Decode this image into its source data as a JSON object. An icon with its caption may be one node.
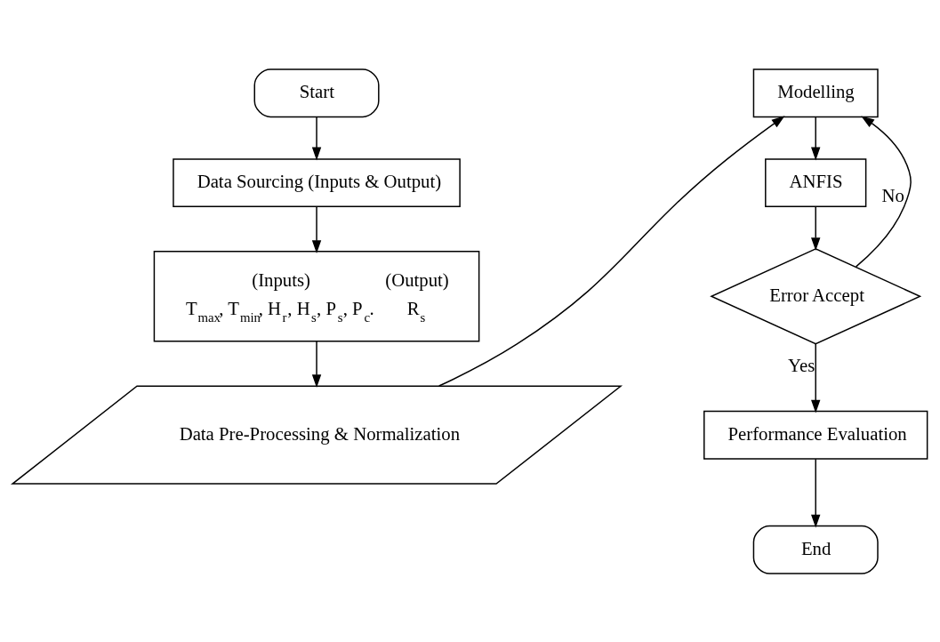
{
  "diagram": {
    "nodes": [
      {
        "text": [
          "Start"
        ]
      },
      {
        "text": [
          "Data Sourcing (Inputs & Output)"
        ]
      },
      {
        "text": [
          "(Inputs)",
          "(Output)",
          "T$_{max}$, T$_{min}$, H$_{r}$, H$_{s}$, P$_{s}$, P$_{c}$.",
          "R$_{s}$"
        ]
      },
      {
        "text": [
          "Data Pre-Processing & Normalization"
        ]
      },
      {
        "text": [
          "Modelling"
        ]
      },
      {
        "text": [
          "ANFIS"
        ]
      },
      {
        "text": [
          "Error Accept"
        ]
      },
      {
        "text": [
          "Performance Evaluation"
        ]
      },
      {
        "text": [
          "End"
        ]
      }
    ],
    "edges": [
      {
        "from": 0,
        "to": 1,
        "arrow": "to"
      },
      {
        "from": 1,
        "to": 2,
        "arrow": "to"
      },
      {
        "from": 2,
        "to": 3,
        "arrow": "to"
      },
      {
        "from": 3,
        "to": 4,
        "arrow": "to"
      },
      {
        "from": 4,
        "to": 5,
        "arrow": "to"
      },
      {
        "from": 5,
        "to": 6,
        "arrow": "to"
      },
      {
        "from": 6,
        "to": 4,
        "arrow": "to",
        "label": "No"
      },
      {
        "from": 6,
        "to": 7,
        "arrow": "to",
        "label": "Yes"
      },
      {
        "from": 7,
        "to": 8,
        "arrow": "to"
      }
    ]
  }
}
